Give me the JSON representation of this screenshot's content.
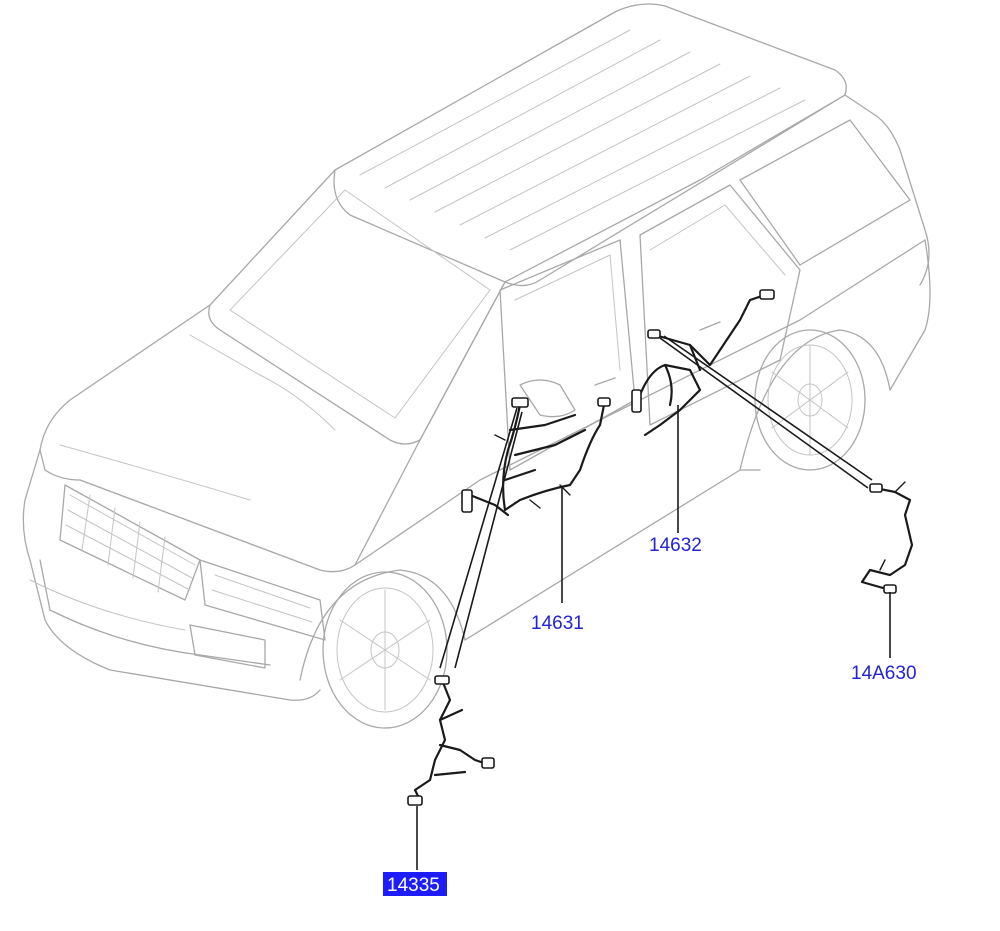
{
  "callouts": [
    {
      "id": "c14631",
      "label": "14631",
      "selected": false
    },
    {
      "id": "c14632",
      "label": "14632",
      "selected": false
    },
    {
      "id": "c14A630",
      "label": "14A630",
      "selected": false
    },
    {
      "id": "c14335",
      "label": "14335",
      "selected": true
    }
  ],
  "colors": {
    "callout_text": "#2323d6",
    "selected_fill": "#1c1cff",
    "selected_text": "#ffffff",
    "vehicle_outline": "#a8a8a8",
    "harness": "#1a1a1a"
  }
}
